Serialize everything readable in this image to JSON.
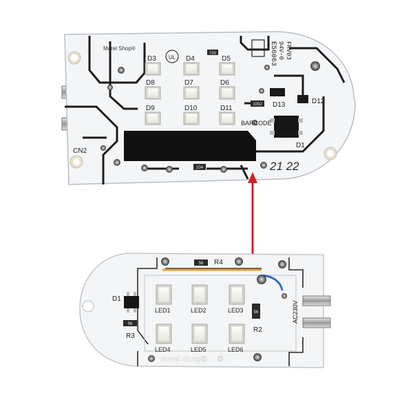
{
  "board_top": {
    "shop_mark": "Marel Shop®",
    "part_number": "E56063",
    "part_sub": "94V-0",
    "part_rev": "FRV03",
    "leds": [
      "D3",
      "D4",
      "D5",
      "D8",
      "D7",
      "D6",
      "D9",
      "D10",
      "D11"
    ],
    "diode_labels": [
      "D13",
      "D12",
      "D1"
    ],
    "connector": "CN2",
    "barcode_label": "BARCODE",
    "date_code": "21 22",
    "resistor_codes": [
      "720",
      "1002",
      "104"
    ]
  },
  "board_bottom": {
    "shop_mark": "Marel Shop®",
    "copyright_mark": "©",
    "resistor_r4": "R4",
    "resistor_r2": "R2",
    "resistor_r3": "R3",
    "diode": "D1",
    "voltage": "AC230V",
    "leds": [
      "LED1",
      "LED2",
      "LED3",
      "LED4",
      "LED5",
      "LED6"
    ],
    "resistor_codes": [
      "56",
      "56",
      "56"
    ]
  },
  "colors": {
    "board": "#f2f4f6",
    "trace": "#1a1a1a",
    "arrow": "#d4202a",
    "led": "#f7f7f4",
    "pad": "#c9c9c9"
  }
}
